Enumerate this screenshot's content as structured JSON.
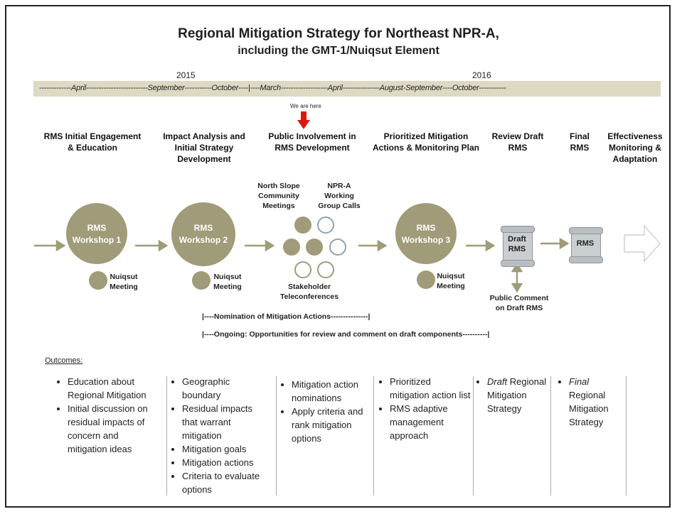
{
  "title": {
    "line1": "Regional Mitigation Strategy for Northeast NPR-A,",
    "line2": "including the GMT-1/Nuiqsut Element"
  },
  "years": {
    "y1": "2015",
    "y2": "2016"
  },
  "timeline_text": "-------------April-------------------------September-----------October----|----March-------------------April---------------August-September----October-----------",
  "we_are_here": "We are here",
  "phases": [
    {
      "l1": "RMS Initial Engagement",
      "l2": "& Education",
      "l3": ""
    },
    {
      "l1": "Impact Analysis and",
      "l2": "Initial Strategy",
      "l3": "Development"
    },
    {
      "l1": "Public Involvement in",
      "l2": "RMS Development",
      "l3": ""
    },
    {
      "l1": "Prioritized Mitigation",
      "l2": "Actions & Monitoring Plan",
      "l3": ""
    },
    {
      "l1": "Review Draft",
      "l2": "RMS",
      "l3": ""
    },
    {
      "l1": "Final",
      "l2": "RMS",
      "l3": ""
    },
    {
      "l1": "Effectiveness",
      "l2": "Monitoring &",
      "l3": "Adaptation"
    }
  ],
  "workshops": [
    {
      "l1": "RMS",
      "l2": "Workshop 1"
    },
    {
      "l1": "RMS",
      "l2": "Workshop 2"
    },
    {
      "l1": "RMS",
      "l2": "Workshop 3"
    }
  ],
  "meeting": {
    "l1": "Nuiqsut",
    "l2": "Meeting"
  },
  "community": {
    "l1": "North Slope",
    "l2": "Community",
    "l3": "Meetings"
  },
  "working_group": {
    "l1": "NPR-A",
    "l2": "Working",
    "l3": "Group Calls"
  },
  "stakeholder": {
    "l1": "Stakeholder",
    "l2": "Teleconferences"
  },
  "docs": {
    "draft_l1": "Draft",
    "draft_l2": "RMS",
    "final": "RMS"
  },
  "public_comment": {
    "l1": "Public Comment",
    "l2": "on Draft RMS"
  },
  "nomination_text": "|----Nomination of Mitigation Actions---------------|",
  "ongoing_text": "|----Ongoing: Opportunities for review and comment on draft components----------|",
  "outcomes_label": "Outcomes:",
  "outcomes": {
    "c1": [
      "Education about Regional Mitigation",
      "Initial discussion on residual impacts of concern and mitigation ideas"
    ],
    "c2": [
      "Geographic boundary",
      "Residual impacts that warrant mitigation",
      "Mitigation goals",
      "Mitigation actions",
      "Criteria to evaluate options"
    ],
    "c3": [
      "Mitigation action nominations",
      "Apply criteria and rank mitigation options"
    ],
    "c4": [
      "Prioritized mitigation action list",
      "RMS adaptive management approach"
    ],
    "c5_em": "Draft",
    "c5_rest": " Regional Mitigation Strategy",
    "c6_em": "Final",
    "c6_rest": " Regional Mitigation Strategy"
  },
  "colors": {
    "olive": "#a09b78",
    "band": "#ddd9c3",
    "arrow_red": "#e0150f",
    "ring_blue": "#8ea3b0"
  }
}
